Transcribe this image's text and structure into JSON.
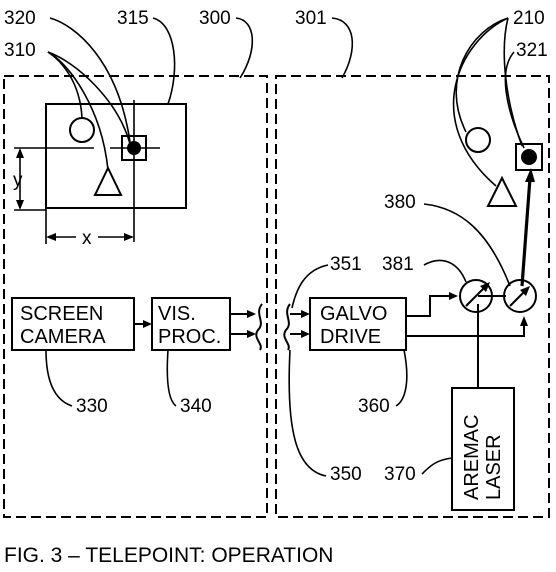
{
  "reference_numerals": {
    "r210": "210",
    "r300": "300",
    "r301": "301",
    "r310": "310",
    "r315": "315",
    "r320": "320",
    "r321": "321",
    "r330": "330",
    "r340": "340",
    "r350": "350",
    "r351": "351",
    "r360": "360",
    "r370": "370",
    "r380": "380",
    "r381": "381"
  },
  "axis_labels": {
    "x": "x",
    "y": "y"
  },
  "blocks": {
    "screen_camera": [
      "SCREEN",
      "CAMERA"
    ],
    "vis_proc": [
      "VIS.",
      "PROC."
    ],
    "galvo_drive": [
      "GALVO",
      "DRIVE"
    ],
    "aremac_laser": [
      "AREMAC",
      "LASER"
    ]
  },
  "caption": "FIG. 3 – TELEPOINT: OPERATION"
}
